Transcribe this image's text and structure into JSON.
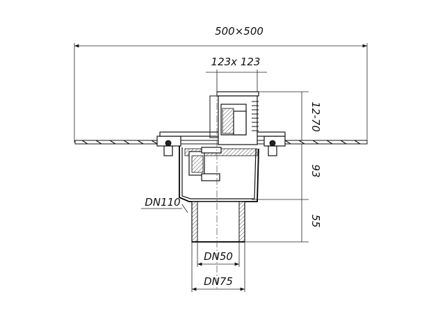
{
  "dimensions": {
    "overall_width": "500×500",
    "grate_size": "123x 123",
    "adjustable_height": "12-70",
    "body_height": "93",
    "outlet_height": "55",
    "dn110": "DN110",
    "dn50": "DN50",
    "dn75": "DN75"
  }
}
